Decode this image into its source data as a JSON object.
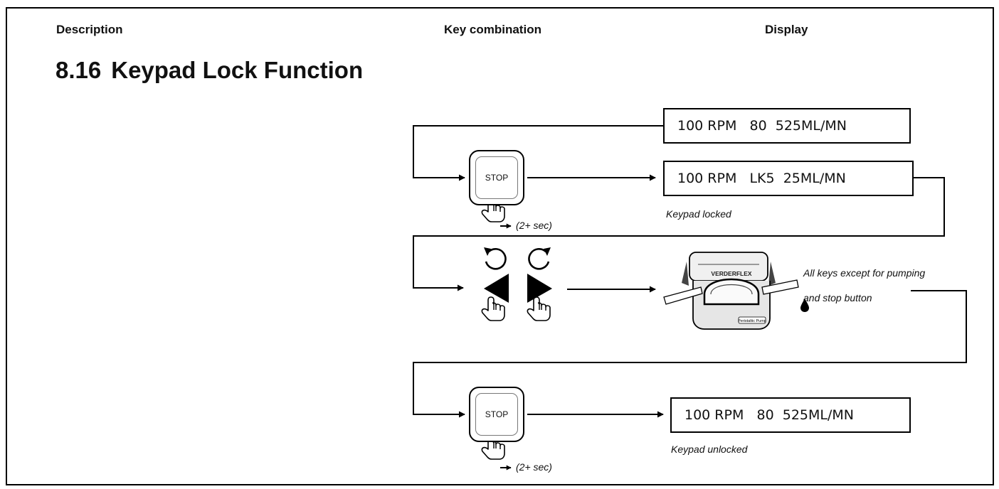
{
  "header": {
    "col_description": "Description",
    "col_key_combination": "Key combination",
    "col_display": "Display"
  },
  "section": {
    "number": "8.16",
    "title": "Keypad Lock Function"
  },
  "steps": {
    "initial_display": "100 RPM   80  525ML/MN",
    "lock_key": "STOP",
    "lock_hold": "(2+ sec)",
    "locked_display": "100 RPM   LK5  25ML/MN",
    "locked_caption": "Keypad locked",
    "pump_note_line1": "All keys except for pumping",
    "pump_note_line2": "and stop button",
    "pump_brand": "VERDERFLEX",
    "pump_label": "Peristaltic Pump",
    "unlock_key": "STOP",
    "unlock_hold": "(2+ sec)",
    "unlocked_display": "100 RPM   80  525ML/MN",
    "unlocked_caption": "Keypad unlocked"
  },
  "colors": {
    "line": "#000000",
    "text": "#111111"
  }
}
